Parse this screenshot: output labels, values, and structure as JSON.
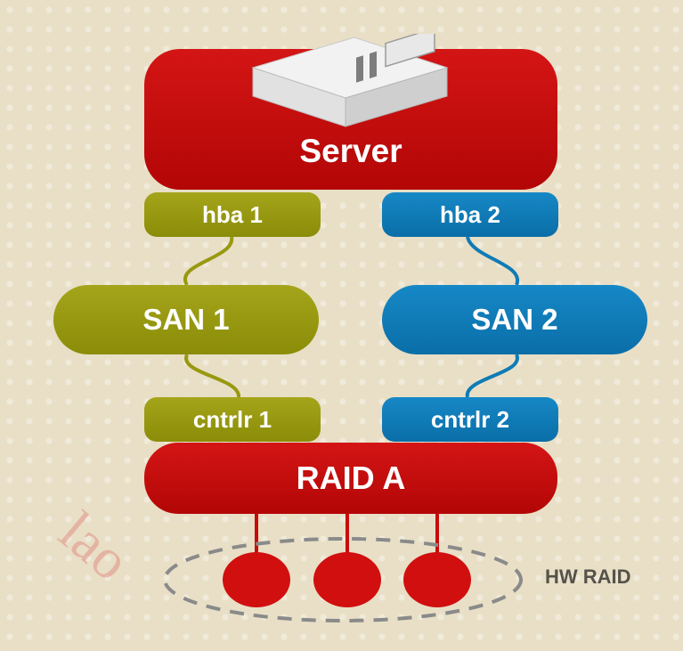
{
  "diagram": {
    "server": {
      "label": "Server",
      "icon": "server-icon"
    },
    "hba1": {
      "label": "hba 1"
    },
    "hba2": {
      "label": "hba 2"
    },
    "san1": {
      "label": "SAN 1"
    },
    "san2": {
      "label": "SAN 2"
    },
    "controller1": {
      "label": "cntrlr 1"
    },
    "controller2": {
      "label": "cntrlr 2"
    },
    "raid": {
      "label": "RAID A"
    },
    "hw_raid": {
      "label": "HW RAID",
      "disk_count": 3
    },
    "watermark": "lao",
    "colors": {
      "red": "#c80c0c",
      "olive": "#98990f",
      "blue": "#0f7bb6",
      "dash": "#8a8a8a",
      "background": "#e8dfc6"
    }
  }
}
